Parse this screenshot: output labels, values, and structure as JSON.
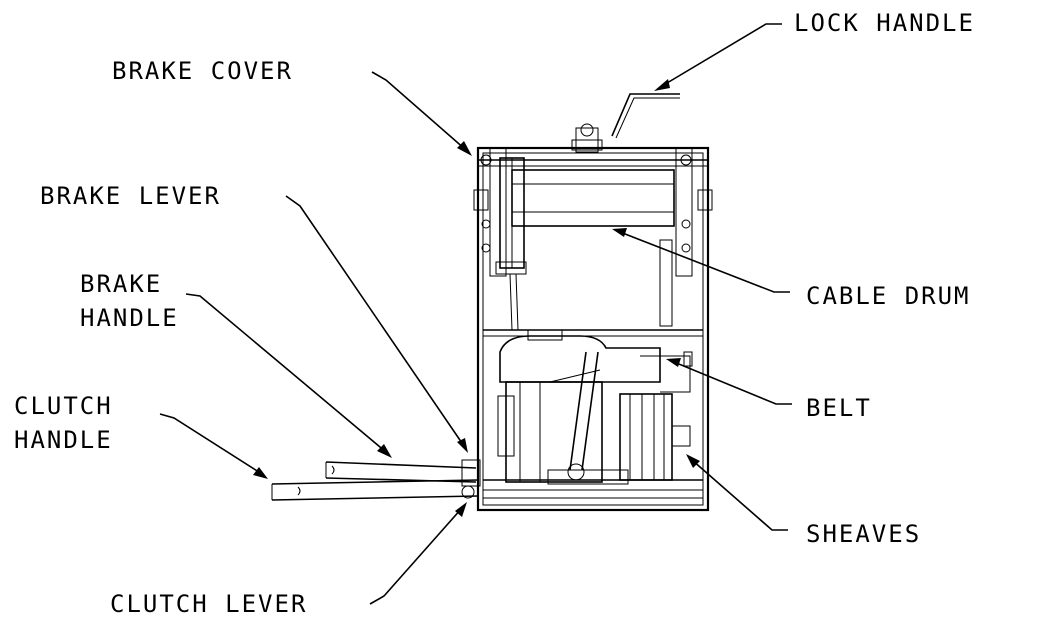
{
  "labels": {
    "lock_handle": "LOCK HANDLE",
    "brake_cover": "BRAKE COVER",
    "brake_lever": "BRAKE LEVER",
    "brake_handle_1": "BRAKE",
    "brake_handle_2": "HANDLE",
    "clutch_handle_1": "CLUTCH",
    "clutch_handle_2": "HANDLE",
    "cable_drum": "CABLE DRUM",
    "belt": "BELT",
    "sheaves": "SHEAVES",
    "clutch_lever": "CLUTCH LEVER"
  }
}
